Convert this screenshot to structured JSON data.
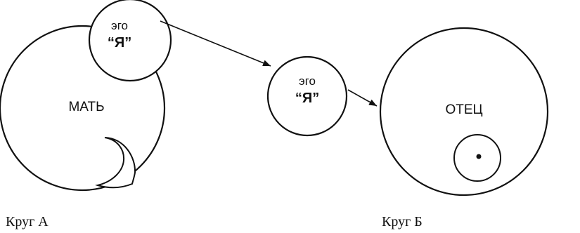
{
  "circle_a": {
    "label": "МАТЬ",
    "ego_label_top": "эго",
    "ego_label_bottom": "“Я”",
    "caption": "Круг А"
  },
  "middle_ego": {
    "label_top": "эго",
    "label_bottom": "“Я”"
  },
  "circle_b": {
    "label": "ОТЕЦ",
    "caption": "Круг Б"
  },
  "icons": {
    "crescent": "crescent-moon-icon",
    "sun": "circle-with-dot-icon"
  }
}
